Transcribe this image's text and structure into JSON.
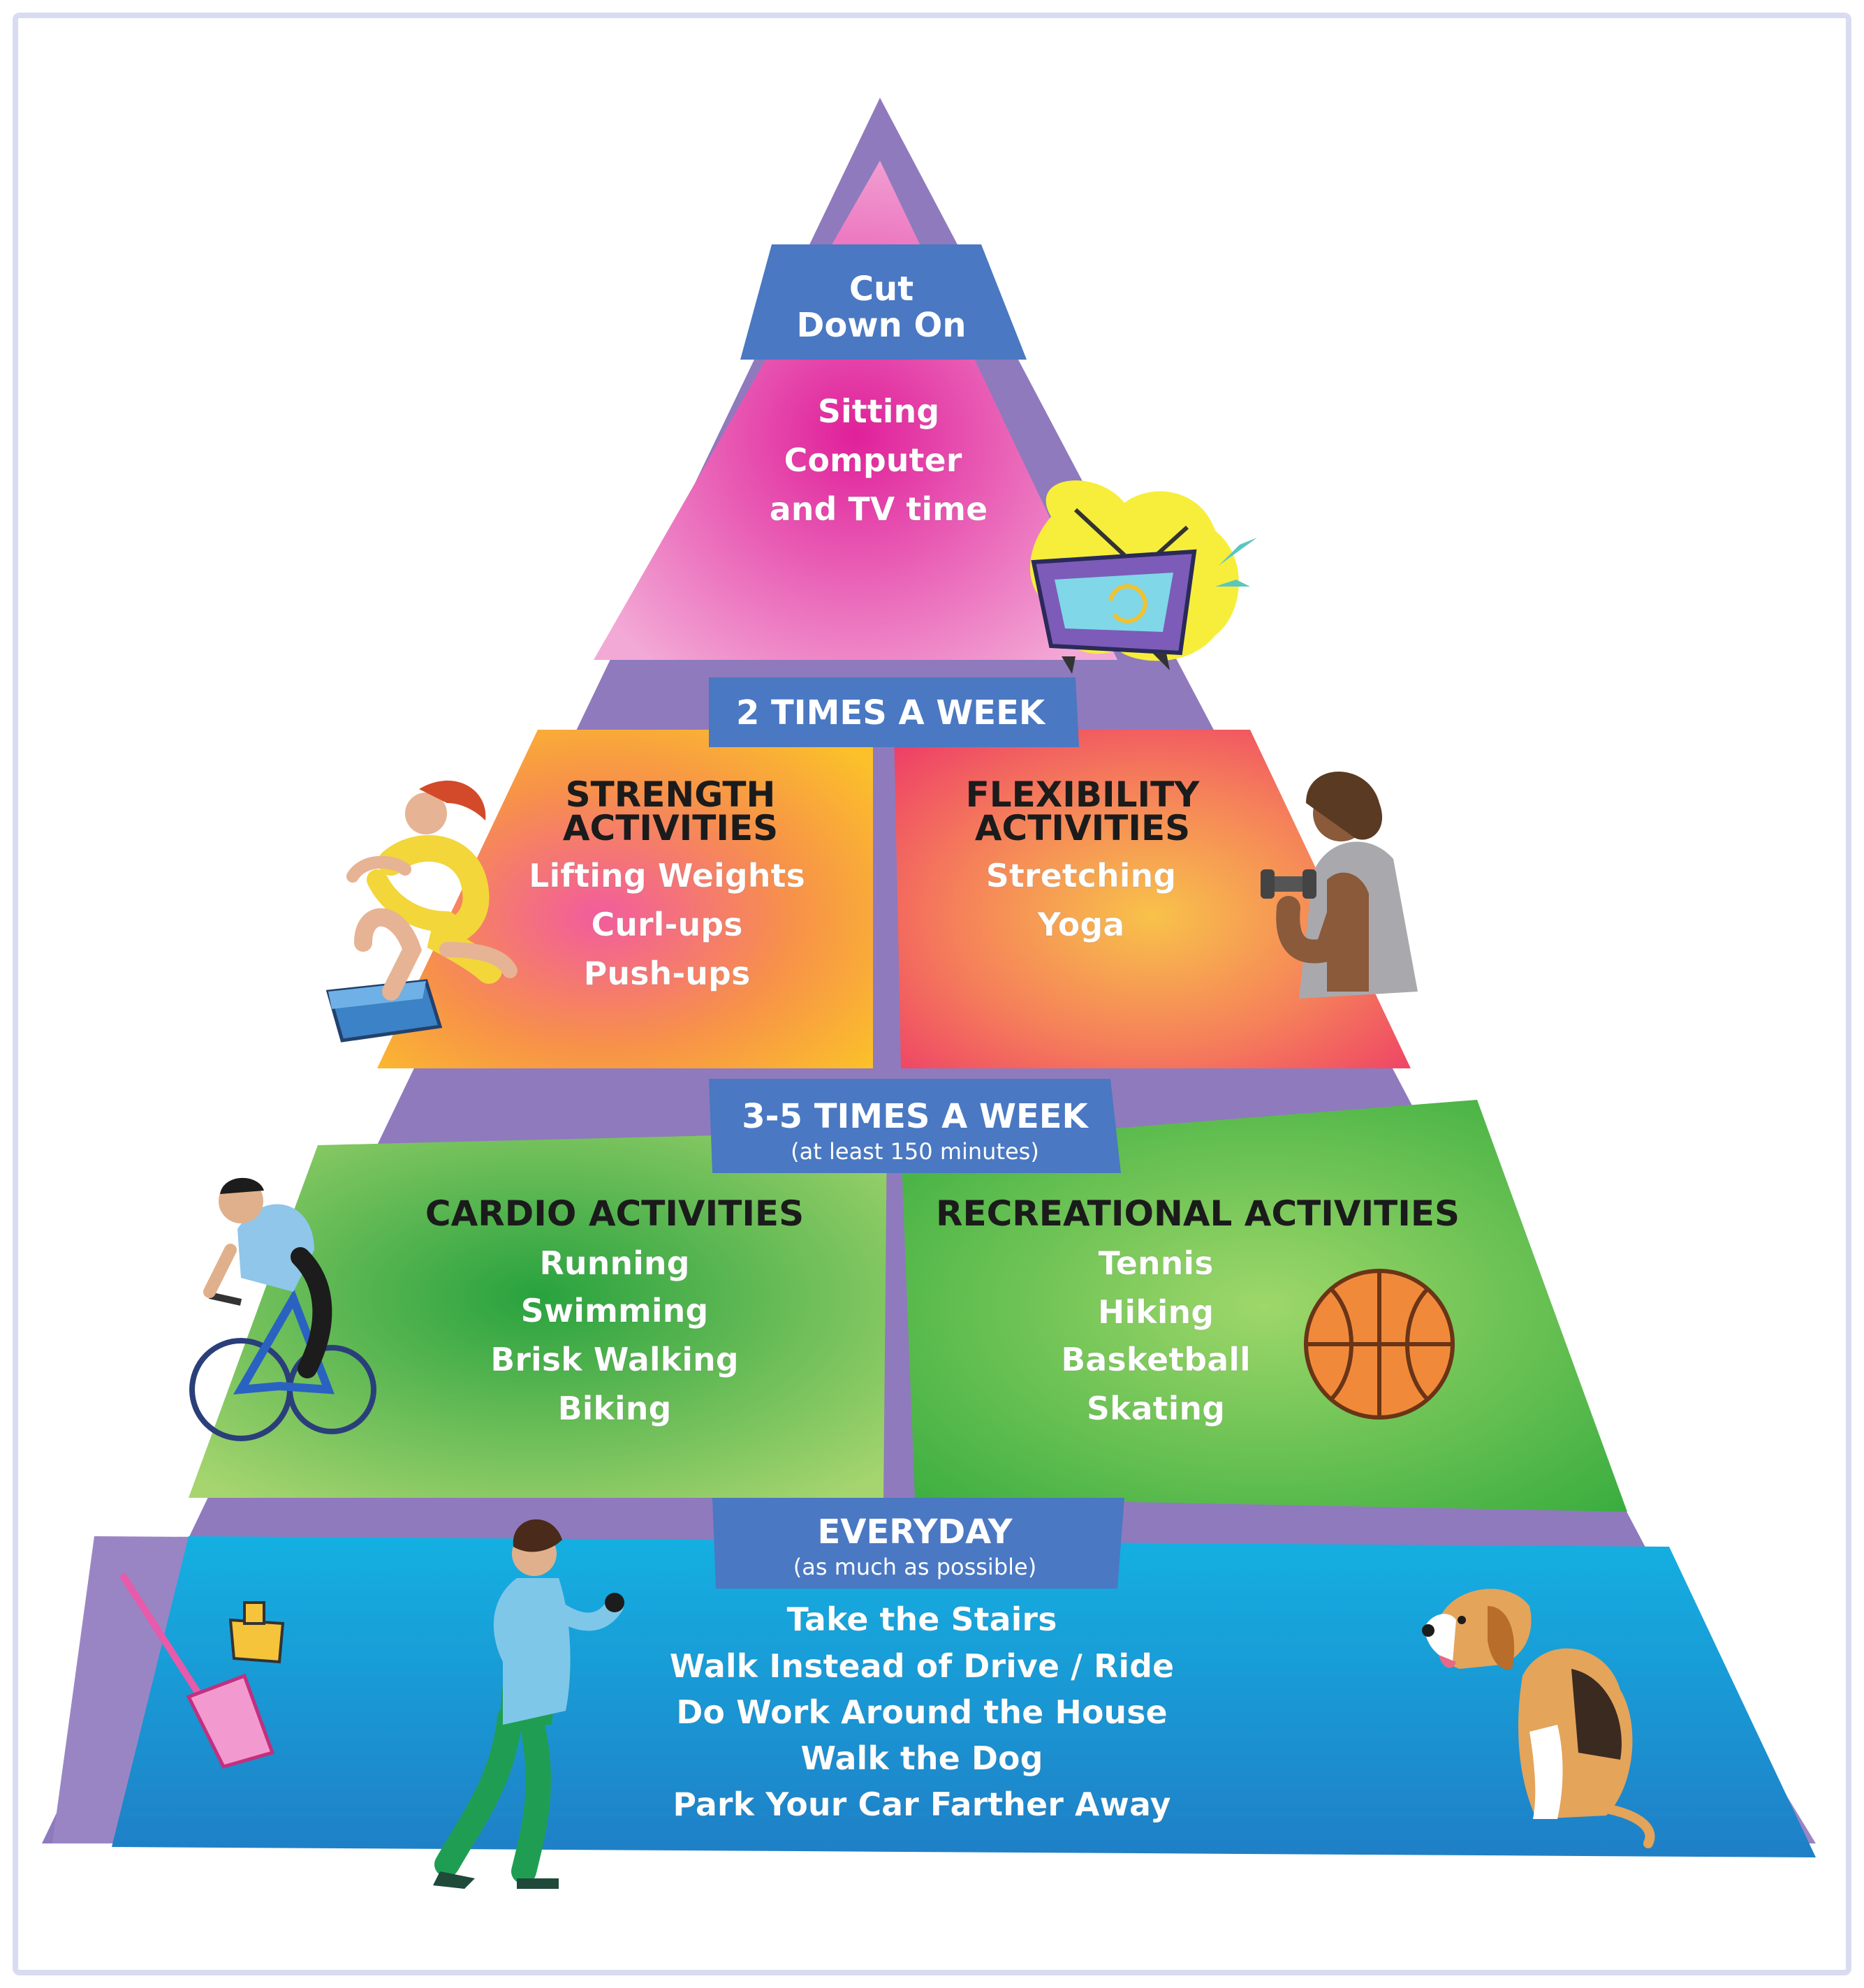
{
  "tiers": {
    "top": {
      "banner": [
        "Cut",
        "Down On"
      ],
      "items": [
        "Sitting",
        "Computer",
        "and TV time"
      ],
      "color": "#e0379e"
    },
    "second": {
      "banner": "2 TIMES A WEEK",
      "left": {
        "title": [
          "STRENGTH",
          "ACTIVITIES"
        ],
        "items": [
          "Lifting Weights",
          "Curl-ups",
          "Push-ups"
        ],
        "color": "#f6a623"
      },
      "right": {
        "title": [
          "FLEXIBILITY",
          "ACTIVITIES"
        ],
        "items": [
          "Stretching",
          "Yoga"
        ],
        "color": "#ef4f66"
      }
    },
    "third": {
      "banner": "3-5 TIMES A WEEK",
      "banner_sub": "(at least 150 minutes)",
      "left": {
        "title": "CARDIO ACTIVITIES",
        "items": [
          "Running",
          "Swimming",
          "Brisk Walking",
          "Biking"
        ],
        "color": "#5cb946"
      },
      "right": {
        "title": "RECREATIONAL ACTIVITIES",
        "items": [
          "Tennis",
          "Hiking",
          "Basketball",
          "Skating"
        ],
        "color": "#5cb946"
      }
    },
    "base": {
      "banner": "EVERYDAY",
      "banner_sub": "(as much as possible)",
      "items": [
        "Take the Stairs",
        "Walk Instead of Drive / Ride",
        "Do Work Around the House",
        "Walk the Dog",
        "Park Your Car Farther Away"
      ],
      "color": "#1f95d4"
    }
  },
  "colors": {
    "frame": "#6f60b0",
    "banner": "#4a78c2",
    "border": "#d9dcf0"
  },
  "icons": [
    "tv-icon",
    "strength-woman-icon",
    "dumbbell-woman-icon",
    "cyclist-icon",
    "basketball-icon",
    "broom-dustpan-icon",
    "walking-woman-icon",
    "beagle-dog-icon"
  ]
}
